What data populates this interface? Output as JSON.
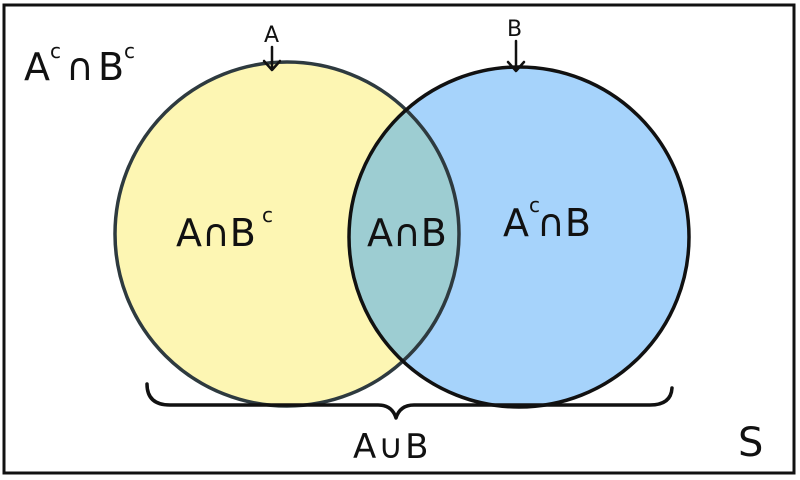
{
  "colors": {
    "set_a_fill": "#fdf6b3",
    "set_b_fill": "#a6d3fb",
    "intersection_fill": "#9dcdd2",
    "stroke": "#111111",
    "background": "#ffffff"
  },
  "labels": {
    "complement_both": {
      "a": "A",
      "a_sup": "c",
      "op": "∩",
      "b": "B",
      "b_sup": "c"
    },
    "set_a": "A",
    "set_b": "B",
    "a_only": {
      "a": "A∩B",
      "sup": "c"
    },
    "intersection": "A∩B",
    "b_only": {
      "a": "A",
      "sup": "c",
      "rest": "∩B"
    },
    "union": "A∪B",
    "sample_space": "S"
  }
}
